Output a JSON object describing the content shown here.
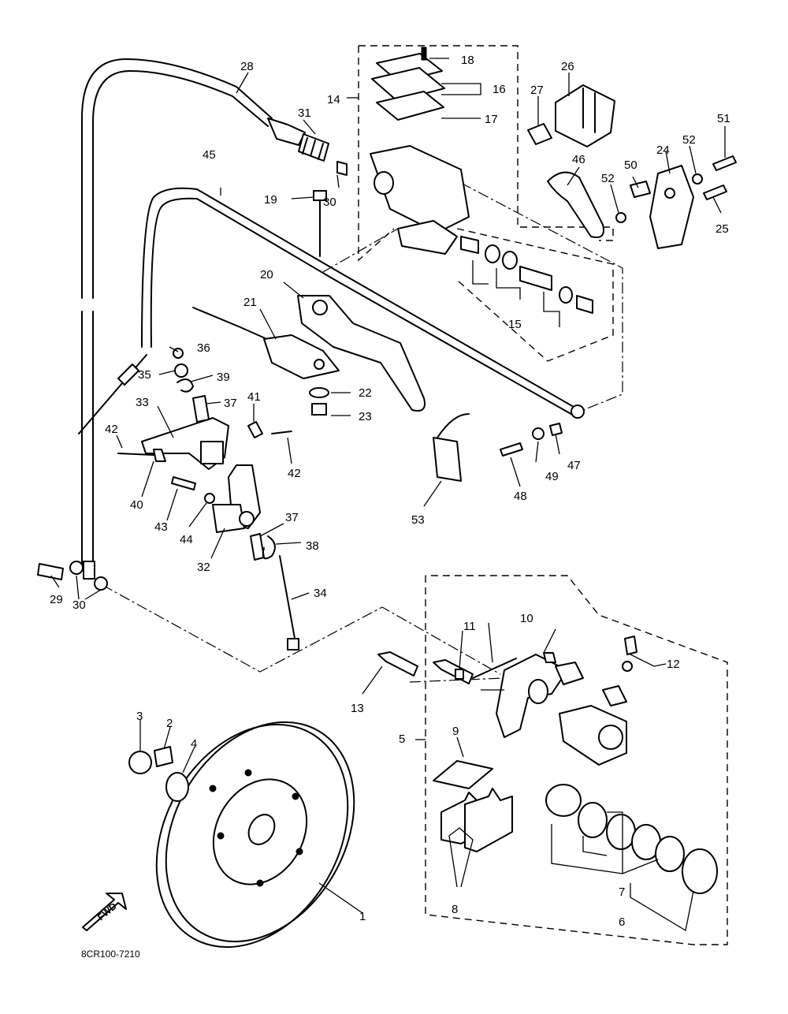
{
  "drawing_code": "8CR100-7210",
  "fwd_label": "FWD",
  "callouts": [
    {
      "id": "c1",
      "text": "1"
    },
    {
      "id": "c2",
      "text": "2"
    },
    {
      "id": "c3",
      "text": "3"
    },
    {
      "id": "c4",
      "text": "4"
    },
    {
      "id": "c5",
      "text": "5"
    },
    {
      "id": "c6",
      "text": "6"
    },
    {
      "id": "c7",
      "text": "7"
    },
    {
      "id": "c8",
      "text": "8"
    },
    {
      "id": "c9",
      "text": "9"
    },
    {
      "id": "c10",
      "text": "10"
    },
    {
      "id": "c11",
      "text": "11"
    },
    {
      "id": "c12",
      "text": "12"
    },
    {
      "id": "c13",
      "text": "13"
    },
    {
      "id": "c14",
      "text": "14"
    },
    {
      "id": "c15",
      "text": "15"
    },
    {
      "id": "c16",
      "text": "16"
    },
    {
      "id": "c17",
      "text": "17"
    },
    {
      "id": "c18",
      "text": "18"
    },
    {
      "id": "c19",
      "text": "19"
    },
    {
      "id": "c20",
      "text": "20"
    },
    {
      "id": "c21",
      "text": "21"
    },
    {
      "id": "c22",
      "text": "22"
    },
    {
      "id": "c23",
      "text": "23"
    },
    {
      "id": "c24",
      "text": "24"
    },
    {
      "id": "c25",
      "text": "25"
    },
    {
      "id": "c26",
      "text": "26"
    },
    {
      "id": "c27",
      "text": "27"
    },
    {
      "id": "c28",
      "text": "28"
    },
    {
      "id": "c29",
      "text": "29"
    },
    {
      "id": "c30a",
      "text": "30"
    },
    {
      "id": "c30b",
      "text": "30"
    },
    {
      "id": "c31",
      "text": "31"
    },
    {
      "id": "c32",
      "text": "32"
    },
    {
      "id": "c33",
      "text": "33"
    },
    {
      "id": "c34",
      "text": "34"
    },
    {
      "id": "c35",
      "text": "35"
    },
    {
      "id": "c36",
      "text": "36"
    },
    {
      "id": "c37a",
      "text": "37"
    },
    {
      "id": "c37b",
      "text": "37"
    },
    {
      "id": "c38",
      "text": "38"
    },
    {
      "id": "c39",
      "text": "39"
    },
    {
      "id": "c40",
      "text": "40"
    },
    {
      "id": "c41",
      "text": "41"
    },
    {
      "id": "c42a",
      "text": "42"
    },
    {
      "id": "c42b",
      "text": "42"
    },
    {
      "id": "c43",
      "text": "43"
    },
    {
      "id": "c44",
      "text": "44"
    },
    {
      "id": "c45",
      "text": "45"
    },
    {
      "id": "c46",
      "text": "46"
    },
    {
      "id": "c47",
      "text": "47"
    },
    {
      "id": "c48",
      "text": "48"
    },
    {
      "id": "c49",
      "text": "49"
    },
    {
      "id": "c50",
      "text": "50"
    },
    {
      "id": "c51",
      "text": "51"
    },
    {
      "id": "c52a",
      "text": "52"
    },
    {
      "id": "c52b",
      "text": "52"
    },
    {
      "id": "c53",
      "text": "53"
    }
  ]
}
